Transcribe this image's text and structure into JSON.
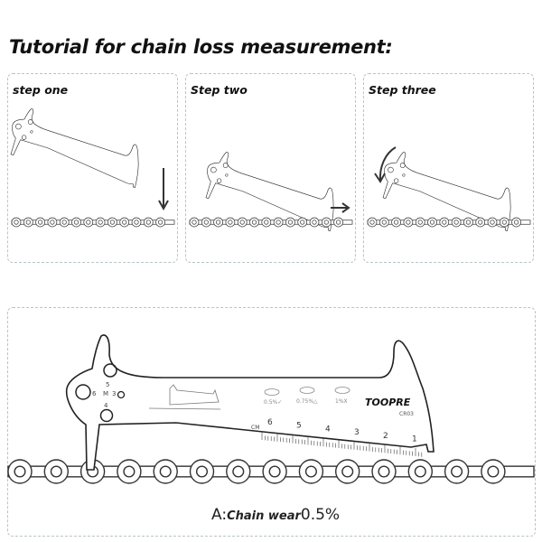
{
  "title": "Tutorial for chain loss measurement:",
  "steps": [
    {
      "label": "step one",
      "arrow": "down-arrow"
    },
    {
      "label": "Step two",
      "arrow": "right-arrow"
    },
    {
      "label": "Step three",
      "arrow": "rotate-counterclockwise-arrow"
    }
  ],
  "tool": {
    "brand": "TOOPRE",
    "model": "CR03",
    "hole_labels": [
      "5",
      "6",
      "M",
      "3",
      "4"
    ],
    "wear_marks": [
      "0.5%✓",
      "0.75%△",
      "1%X"
    ],
    "scale_unit": "CM",
    "scale_numbers": [
      "6",
      "5",
      "4",
      "3",
      "2",
      "1"
    ]
  },
  "caption": {
    "prefix": "A:",
    "label": "Chain wear",
    "value": "0.5%"
  }
}
